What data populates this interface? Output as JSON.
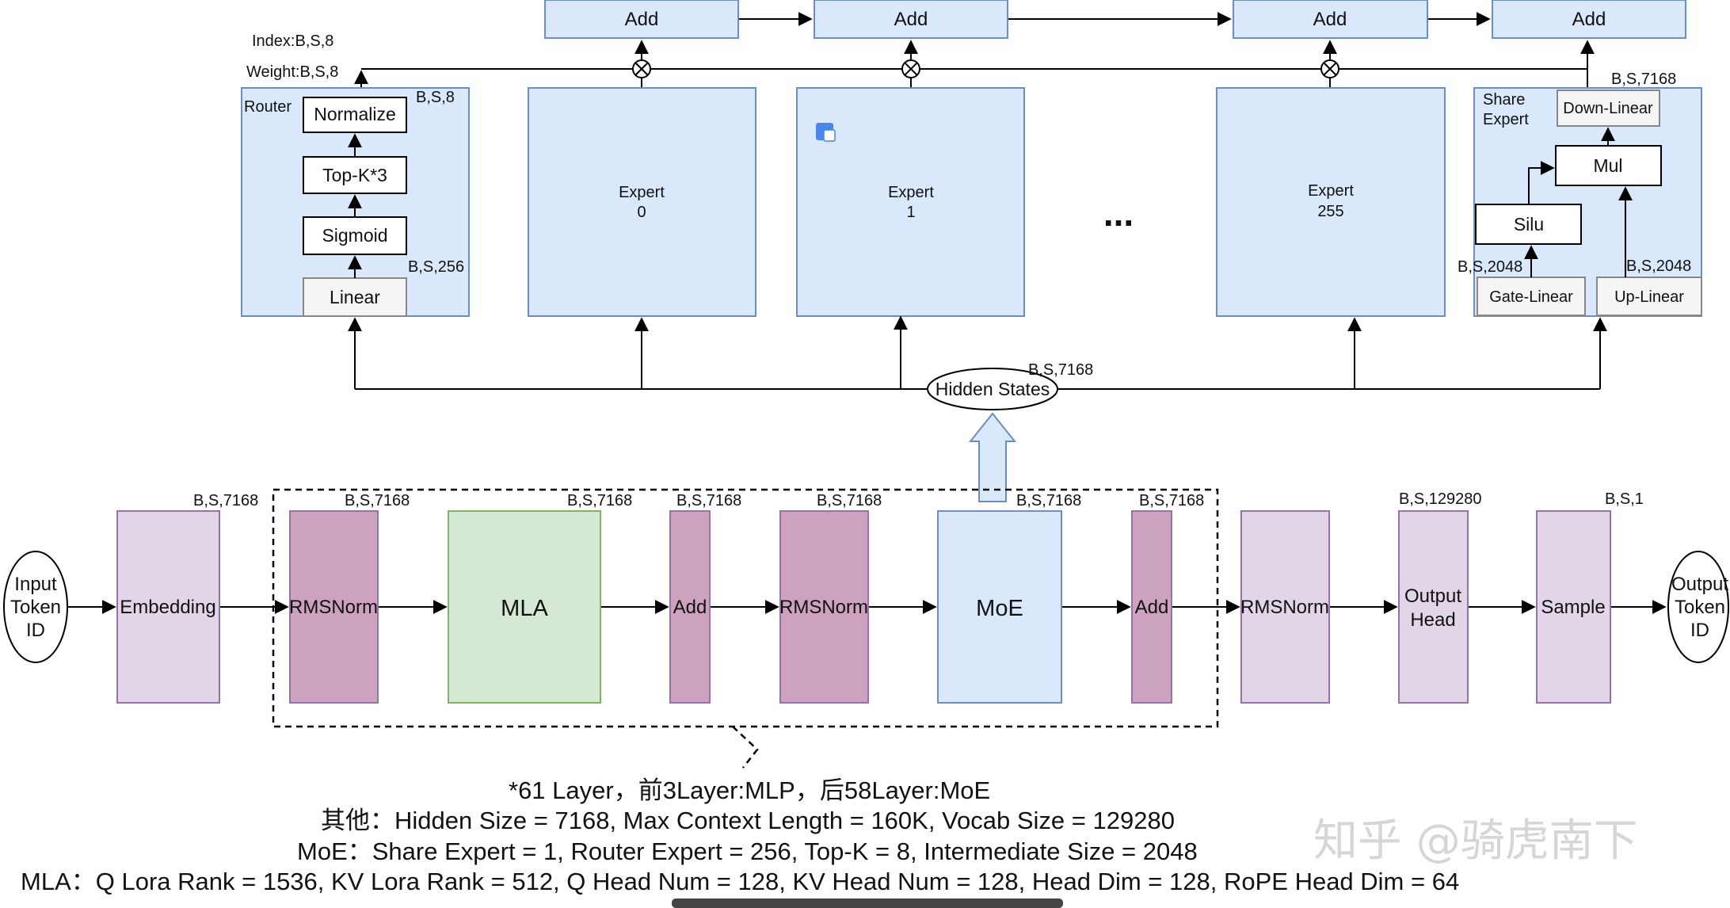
{
  "top": {
    "add_nodes": [
      "Add",
      "Add",
      "Add",
      "Add"
    ],
    "index_label": "Index:B,S,8",
    "weight_label": "Weight:B,S,8",
    "router": {
      "title": "Router",
      "normalize": "Normalize",
      "topk": "Top-K*3",
      "sigmoid": "Sigmoid",
      "linear": "Linear",
      "normalize_shape": "B,S,8",
      "linear_shape": "B,S,256"
    },
    "experts": [
      {
        "line1": "Expert",
        "line2": "0"
      },
      {
        "line1": "Expert",
        "line2": "1"
      },
      {
        "line1": "Expert",
        "line2": "255"
      }
    ],
    "ellipsis": "...",
    "share_expert": {
      "title_line1": "Share",
      "title_line2": "Expert",
      "down_linear": "Down-Linear",
      "mul": "Mul",
      "silu": "Silu",
      "gate_linear": "Gate-Linear",
      "up_linear": "Up-Linear",
      "output_shape": "B,S,7168",
      "gate_shape": "B,S,2048",
      "up_shape": "B,S,2048"
    },
    "hidden_states": "Hidden States",
    "hidden_states_shape": "B,S,7168"
  },
  "pipeline": {
    "input": {
      "line1": "Input",
      "line2": "Token",
      "line3": "ID"
    },
    "embedding": "Embedding",
    "embedding_shape": "B,S,7168",
    "rmsnorm1": "RMSNorm",
    "rmsnorm1_shape": "B,S,7168",
    "mla": "MLA",
    "mla_shape": "B,S,7168",
    "add1": "Add",
    "add1_shape": "B,S,7168",
    "rmsnorm2": "RMSNorm",
    "rmsnorm2_shape": "B,S,7168",
    "moe": "MoE",
    "moe_shape": "B,S,7168",
    "add2": "Add",
    "add2_shape": "B,S,7168",
    "rmsnorm3": "RMSNorm",
    "output_head_line1": "Output",
    "output_head_line2": "Head",
    "output_head_shape": "B,S,129280",
    "sample": "Sample",
    "sample_shape": "B,S,1",
    "output": {
      "line1": "Output",
      "line2": "Token",
      "line3": "ID"
    }
  },
  "notes": [
    "*61 Layer，前3Layer:MLP，后58Layer:MoE",
    "其他：Hidden Size = 7168, Max Context Length = 160K, Vocab Size = 129280",
    "MoE：Share Expert = 1, Router Expert = 256, Top-K = 8, Intermediate Size = 2048",
    "MLA：Q Lora Rank = 1536, KV Lora Rank = 512, Q Head Num = 128, KV Head Num = 128, Head Dim = 128, RoPE Head Dim = 64"
  ],
  "watermark": "知乎 @骑虎南下",
  "colors": {
    "moe_blue": "#dae8fc",
    "moe_stroke": "#6c8ebf",
    "mla_green": "#d5e8d4",
    "mla_stroke": "#82b366",
    "norm_mauve": "#cda2be",
    "norm_stroke": "#9673a6",
    "light_purple": "#e1d5e7",
    "grey_box": "#f5f5f5"
  }
}
